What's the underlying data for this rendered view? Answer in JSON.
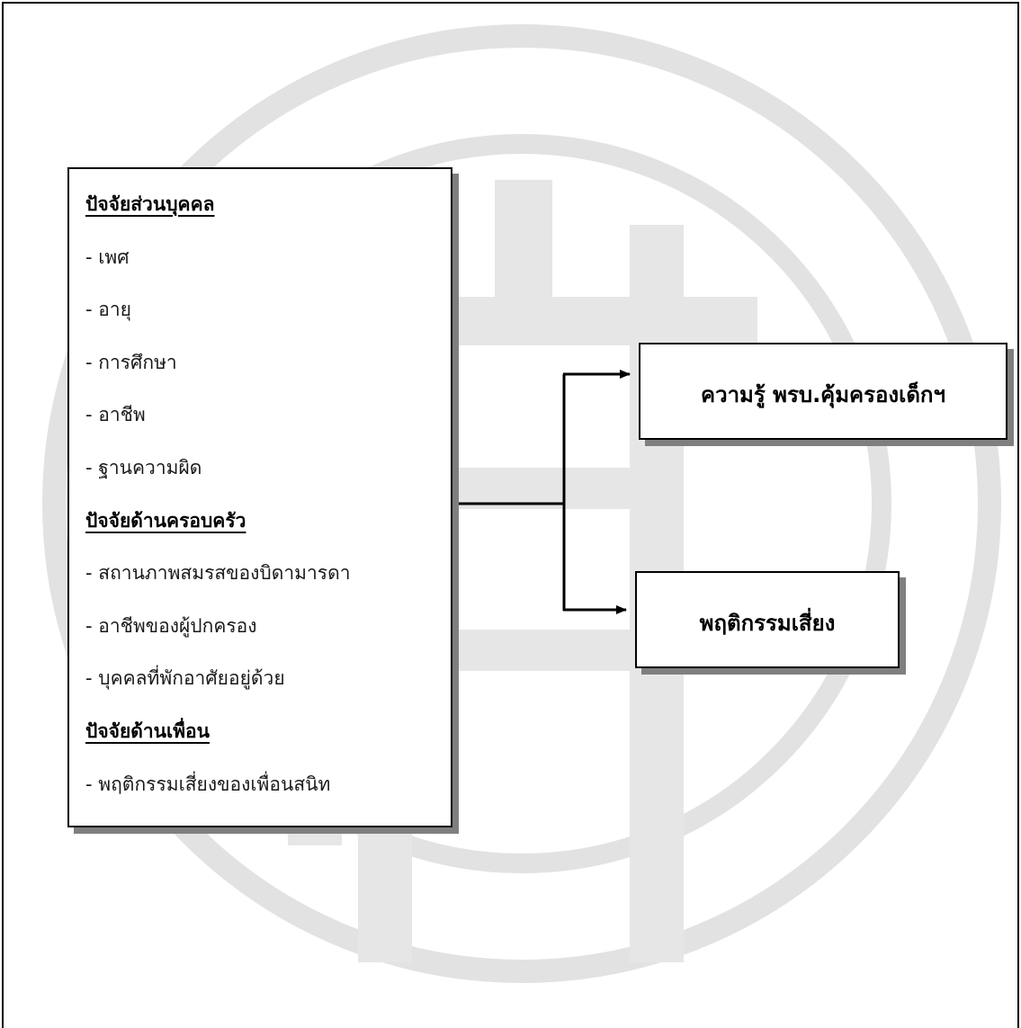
{
  "factors": {
    "lines": [
      {
        "text": "ปัจจัยส่วนบุคคล",
        "heading": true
      },
      {
        "text": "- เพศ",
        "heading": false
      },
      {
        "text": "- อายุ",
        "heading": false
      },
      {
        "text": "- การศึกษา",
        "heading": false
      },
      {
        "text": "- อาชีพ",
        "heading": false
      },
      {
        "text": "- ฐานความผิด",
        "heading": false
      },
      {
        "text": "ปัจจัยด้านครอบครัว",
        "heading": true
      },
      {
        "text": "- สถานภาพสมรสของบิดามารดา",
        "heading": false
      },
      {
        "text": "- อาชีพของผู้ปกครอง",
        "heading": false
      },
      {
        "text": "- บุคคลที่พักอาศัยอยู่ด้วย",
        "heading": false
      },
      {
        "text": "ปัจจัยด้านเพื่อน",
        "heading": true
      },
      {
        "text": "- พฤติกรรมเสี่ยงของเพื่อนสนิท",
        "heading": false
      }
    ]
  },
  "targets": {
    "knowledge": "ความรู้ พรบ.คุ้มครองเด็กฯ",
    "behavior": "พฤติกรรมเสี่ยง"
  },
  "colors": {
    "line": "#000000",
    "shadow": "#7f7f7f",
    "watermark": "#d9d9d9"
  }
}
